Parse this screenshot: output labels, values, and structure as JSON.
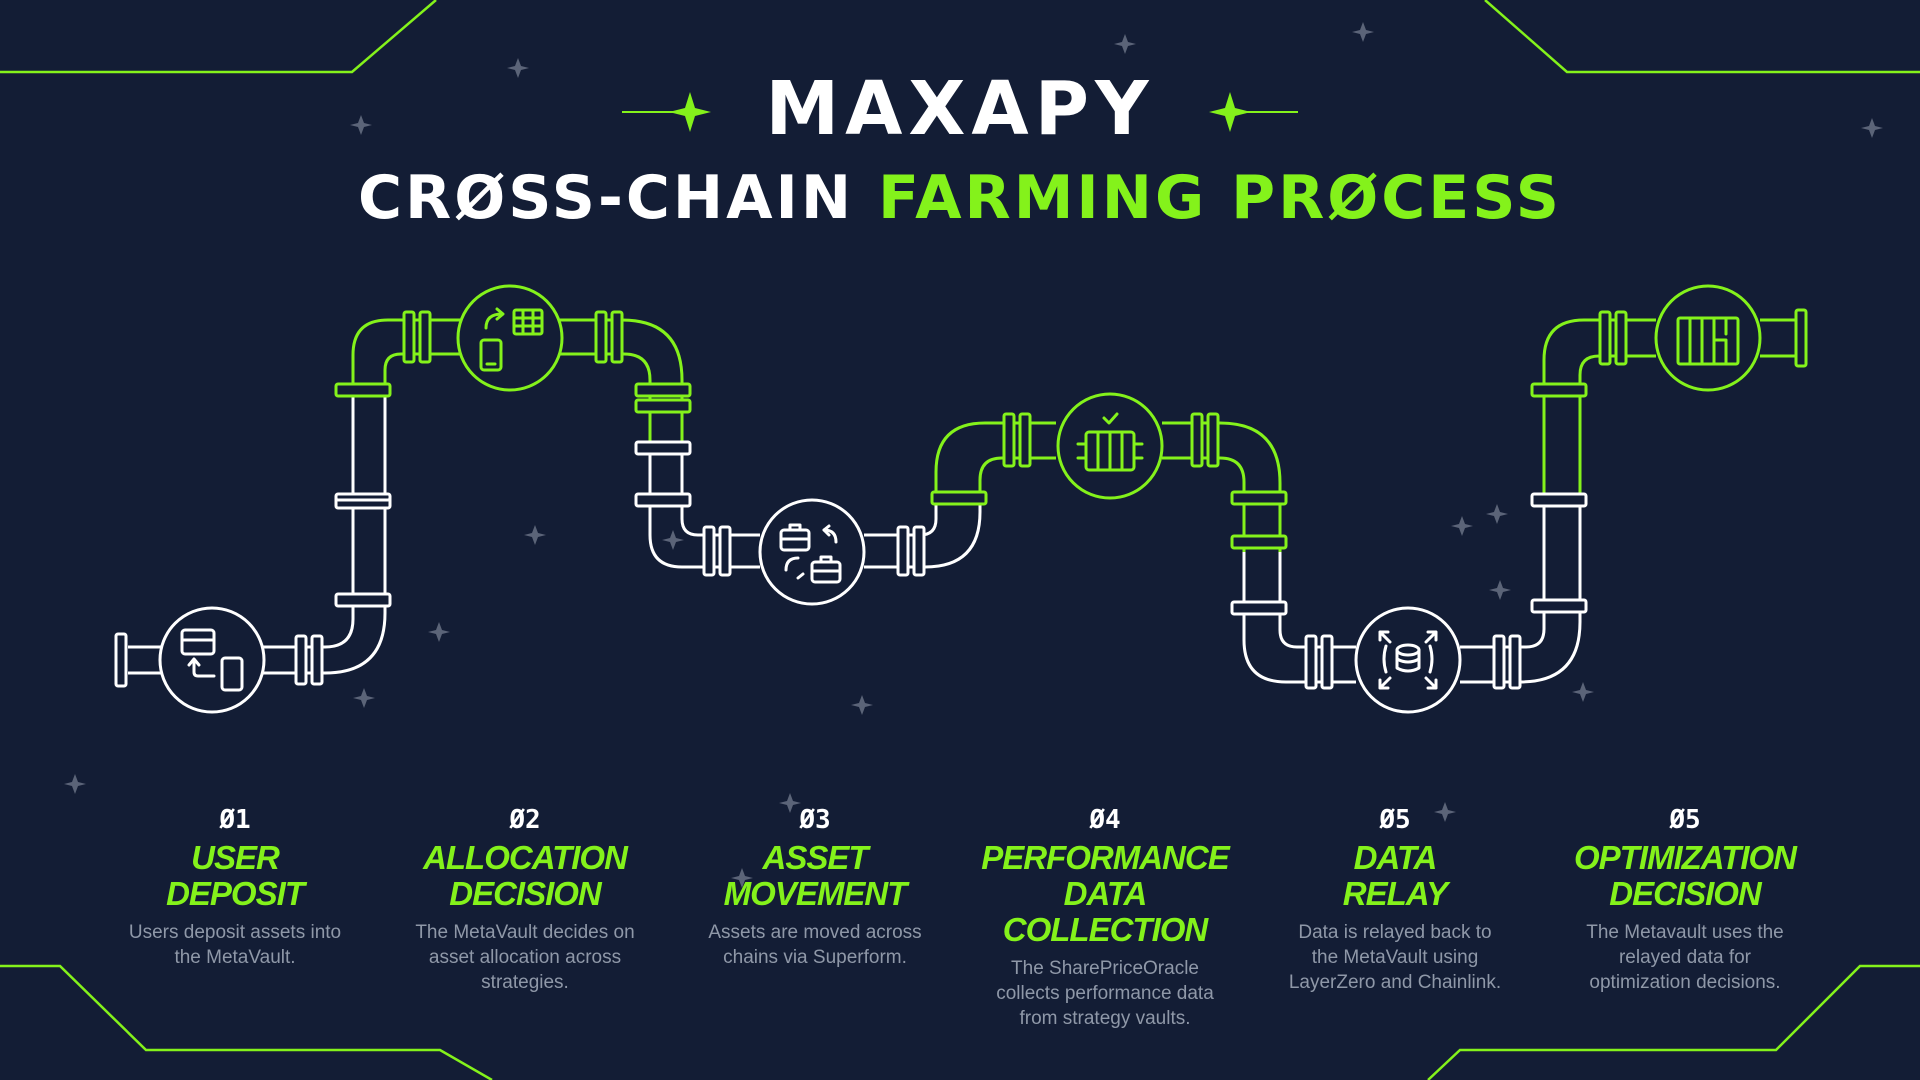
{
  "header": {
    "brand": "MAXAPY",
    "title_white": "CRØSS-CHAIN",
    "title_green": "FARMING PRØCESS"
  },
  "steps": [
    {
      "number": "Ø1",
      "name_line1": "USER",
      "name_line2": "DEPOSIT",
      "desc_line1": "Users deposit assets into",
      "desc_line2": "the MetaVault.",
      "desc_line3": "",
      "icon": "wallet-phone-icon"
    },
    {
      "number": "Ø2",
      "name_line1": "ALLOCATION",
      "name_line2": "DECISION",
      "desc_line1": "The MetaVault decides on",
      "desc_line2": "asset allocation across",
      "desc_line3": "strategies.",
      "icon": "phone-grid-icon"
    },
    {
      "number": "Ø3",
      "name_line1": "ASSET",
      "name_line2": "MOVEMENT",
      "desc_line1": "Assets are moved across",
      "desc_line2": "chains via Superform.",
      "desc_line3": "",
      "icon": "briefcase-swap-icon"
    },
    {
      "number": "Ø4",
      "name_line1": "PERFORMANCE",
      "name_line2": "DATA COLLECTION",
      "desc_line1": "The SharePriceOracle",
      "desc_line2": "collects performance data",
      "desc_line3": "from strategy vaults.",
      "icon": "server-check-icon"
    },
    {
      "number": "Ø5",
      "name_line1": "DATA",
      "name_line2": "RELAY",
      "desc_line1": "Data is relayed back to",
      "desc_line2": "the MetaVault using",
      "desc_line3": "LayerZero and Chainlink.",
      "icon": "database-expand-icon"
    },
    {
      "number": "Ø5",
      "name_line1": "OPTIMIZATION",
      "name_line2": "DECISION",
      "desc_line1": "The Metavault uses the",
      "desc_line2": "relayed data for",
      "desc_line3": "optimization decisions.",
      "icon": "server-rack-icon"
    }
  ],
  "colors": {
    "background": "#131d35",
    "accent": "#84f21b",
    "text_white": "#ffffff",
    "text_muted": "#8f98a8"
  }
}
